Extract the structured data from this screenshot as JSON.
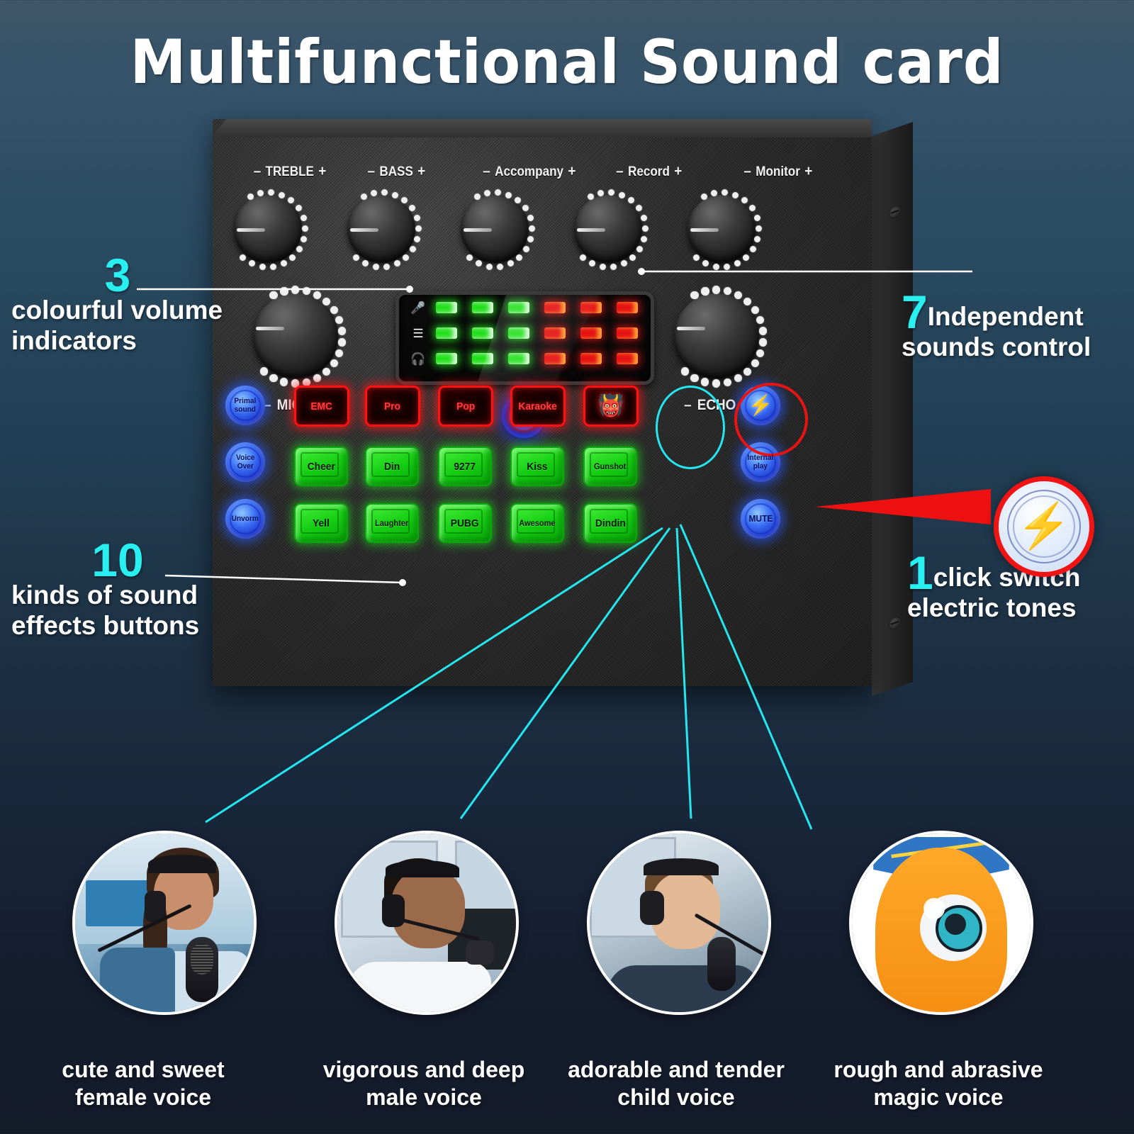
{
  "page": {
    "title": "Multifunctional Sound card",
    "accent_cyan": "#28f0f0",
    "accent_red": "#e81414",
    "text_white": "#ffffff",
    "bg_top": "#3d5668",
    "bg_bottom": "#131a28"
  },
  "device": {
    "top_knobs": [
      {
        "minus": "–",
        "name": "TREBLE",
        "plus": "+"
      },
      {
        "minus": "–",
        "name": "BASS",
        "plus": "+"
      },
      {
        "minus": "–",
        "name": "Accompany",
        "plus": "+"
      },
      {
        "minus": "–",
        "name": "Record",
        "plus": "+"
      },
      {
        "minus": "–",
        "name": "Monitor",
        "plus": "+"
      }
    ],
    "big_knobs": [
      {
        "minus": "–",
        "name": "MIC",
        "plus": "+"
      },
      {
        "minus": "–",
        "name": "ECHO",
        "plus": "+"
      }
    ],
    "led_display": {
      "rows": [
        {
          "icon": "microphone-icon",
          "glyph": "Ἲ4",
          "green": 3,
          "red": 3
        },
        {
          "icon": "music-mixer-icon",
          "glyph": "☰",
          "green": 3,
          "red": 3
        },
        {
          "icon": "headphone-icon",
          "glyph": "♫",
          "green": 3,
          "red": 3
        }
      ],
      "green_color": "#22e01c",
      "red_color": "#e61414"
    },
    "power_button": {
      "name": "power-button",
      "glyph": "power-icon"
    },
    "left_blue_buttons": [
      {
        "line1": "Primal",
        "line2": "sound"
      },
      {
        "line1": "Voice",
        "line2": "Over"
      },
      {
        "line1": "Unvorm",
        "line2": ""
      }
    ],
    "right_blue_buttons": [
      {
        "line1": "",
        "line2": "",
        "glyph": "⚡",
        "icon": "lightning-bolt-icon",
        "highlighted": true
      },
      {
        "line1": "Internal",
        "line2": "play"
      },
      {
        "line1": "MUTE",
        "line2": ""
      }
    ],
    "red_buttons": [
      {
        "label": "EMC"
      },
      {
        "label": "Pro"
      },
      {
        "label": "Pop"
      },
      {
        "label": "Karaoke"
      },
      {
        "label": "",
        "glyph": "👹",
        "icon": "monster-face-icon",
        "highlighted": true
      }
    ],
    "green_row1": [
      "Cheer",
      "Din",
      "9277",
      "Kiss",
      "Gunshot"
    ],
    "green_row2": [
      "Yell",
      "Laughter",
      "PUBG",
      "Awesome",
      "Dindin"
    ]
  },
  "callouts": {
    "volume_indicators": {
      "num": "3",
      "text_line1": "colourful volume",
      "text_line2": "indicators"
    },
    "sounds_control": {
      "num": "7",
      "text_line1": "Independent",
      "text_line2": "sounds control"
    },
    "sound_effects": {
      "num": "10",
      "text_line1": "kinds of sound",
      "text_line2": "effects buttons"
    },
    "electric_tones": {
      "num": "1",
      "text_line1": "click switch",
      "text_line2": "electric tones"
    }
  },
  "voices": [
    {
      "caption_line1": "cute and sweet",
      "caption_line2": "female voice",
      "image": "woman-with-headset-photo"
    },
    {
      "caption_line1": "vigorous and deep",
      "caption_line2": "male voice",
      "image": "man-with-headset-photo"
    },
    {
      "caption_line1": "adorable and tender",
      "caption_line2": "child voice",
      "image": "child-with-headset-photo"
    },
    {
      "caption_line1": "rough and abrasive",
      "caption_line2": "magic voice",
      "image": "orange-monster-illustration"
    }
  ]
}
